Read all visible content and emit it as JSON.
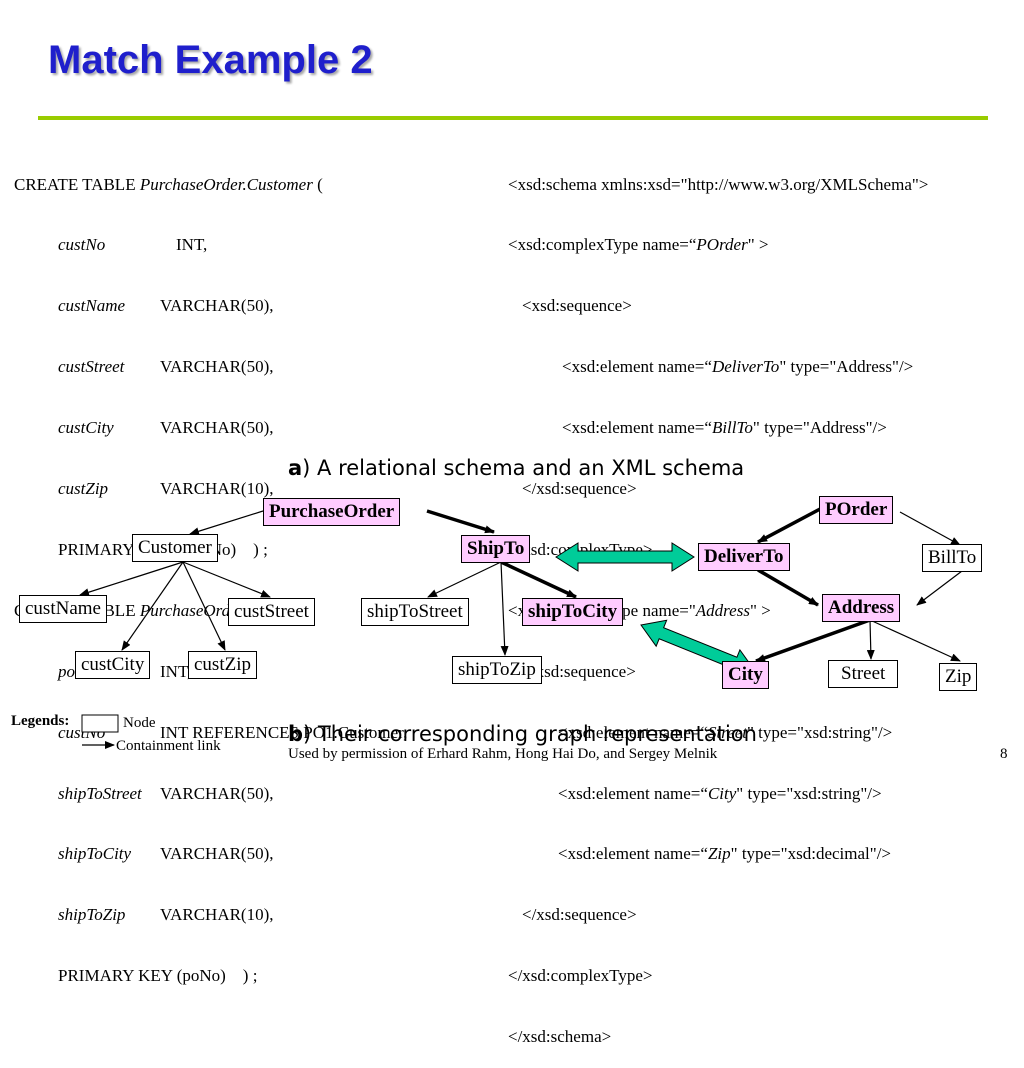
{
  "title": "Match Example 2",
  "sql": [
    {
      "a": "CREATE TABLE ",
      "b": "PurchaseOrder.Customer",
      "c": " ("
    },
    {
      "a": "custNo",
      "b": "INT,"
    },
    {
      "a": "custName",
      "b": "VARCHAR(50),"
    },
    {
      "a": "custStreet",
      "b": "VARCHAR(50),"
    },
    {
      "a": "custCity",
      "b": "VARCHAR(50),"
    },
    {
      "a": "custZip",
      "b": "VARCHAR(10),"
    },
    {
      "a": "PRIMARY KEY (custNo)    ) ;"
    },
    {
      "a": "CREATE TABLE ",
      "b": "PurchaseOrder.ShipTo",
      "c": " ("
    },
    {
      "a": "poNo",
      "b": "INT,"
    },
    {
      "a": "custNo",
      "b": "INT REFERENCES PO1.Customer,"
    },
    {
      "a": "shipToStreet",
      "b": "VARCHAR(50),"
    },
    {
      "a": "shipToCity",
      "b": "VARCHAR(50),"
    },
    {
      "a": "shipToZip",
      "b": "VARCHAR(10),"
    },
    {
      "a": "PRIMARY KEY (poNo)    ) ;"
    }
  ],
  "xsd": [
    {
      "a": "<xsd:schema xmlns:xsd=\"http://www.w3.org/XMLSchema\">"
    },
    {
      "a": "<xsd:complexType name=“",
      "b": "POrder",
      "c": "\" >"
    },
    {
      "a": "<xsd:sequence>"
    },
    {
      "a": "<xsd:element name=“",
      "b": "DeliverTo",
      "c": "\" type=\"Address\"/>"
    },
    {
      "a": "<xsd:element name=“",
      "b": "BillTo",
      "c": "\" type=\"Address\"/>"
    },
    {
      "a": "</xsd:sequence>"
    },
    {
      "a": "</xsd:complexType>"
    },
    {
      "a": "<xsd:complexType name=\"",
      "b": "Address",
      "c": "\" >"
    },
    {
      "a": "<xsd:sequence>"
    },
    {
      "a": "<xsd:element name=“",
      "b": "Street",
      "c": "\" type=\"xsd:string\"/>"
    },
    {
      "a": "<xsd:element name=“",
      "b": "City",
      "c": "\" type=\"xsd:string\"/>"
    },
    {
      "a": "<xsd:element name=“",
      "b": "Zip",
      "c": "\" type=\"xsd:decimal\"/>"
    },
    {
      "a": "</xsd:sequence>"
    },
    {
      "a": "</xsd:complexType>"
    },
    {
      "a": "</xsd:schema>"
    }
  ],
  "caption_a": {
    "letter": "a",
    "text": ") A relational schema and an XML schema"
  },
  "caption_b": {
    "letter": "b",
    "text": ") Their corresponding graph representation"
  },
  "nodes": {
    "purchase_order": "PurchaseOrder",
    "customer": "Customer",
    "ship_to": "ShipTo",
    "cust_name": "custName",
    "cust_street": "custStreet",
    "cust_city": "custCity",
    "cust_zip": "custZip",
    "ship_to_street": "shipToStreet",
    "ship_to_city": "shipToCity",
    "ship_to_zip": "shipToZip",
    "porder": "POrder",
    "deliver_to": "DeliverTo",
    "bill_to": "BillTo",
    "address": "Address",
    "city": "City",
    "street": "Street",
    "zip": "Zip"
  },
  "colors": {
    "highlight": "#ffccff",
    "match_arrow": "#00cc99",
    "title": "#1f1fcc",
    "rule": "#99cc00"
  },
  "legend": {
    "heading": "Legends:",
    "node": "Node",
    "link": "Containment link"
  },
  "footer": "Used by permission of Erhard Rahm, Hong Hai Do, and Sergey Melnik",
  "page_number": "8"
}
